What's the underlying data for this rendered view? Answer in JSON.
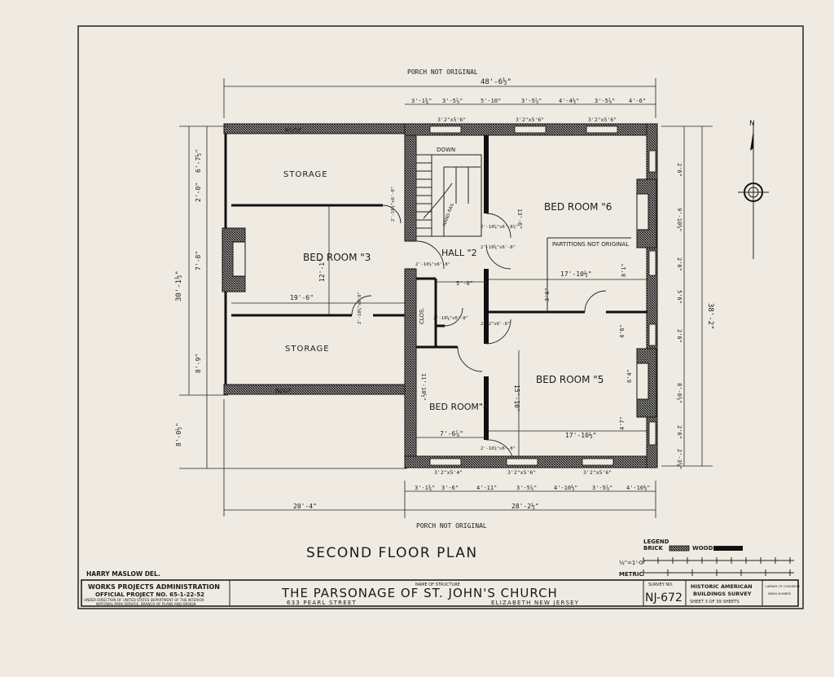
{
  "porch_top": "PORCH NOT ORIGINAL",
  "porch_bottom": "PORCH NOT ORIGINAL",
  "overall_top": "48'-6½\"",
  "overall_bottom": "28'-2½\"",
  "overall_bottom_left": "20'-4\"",
  "overall_left": "30'-1½\"",
  "overall_right": "38'-2\"",
  "rooms": {
    "storage_top": "STORAGE",
    "storage_bottom": "STORAGE",
    "bedroom3": "BED ROOM \"3",
    "bedroom6": "BED ROOM \"6",
    "bedroom5": "BED ROOM \"5",
    "bedroom4": "BED ROOM\"4",
    "hall": "HALL \"2",
    "clos": "CLOS.",
    "down": "DOWN",
    "handrail": "HAND RAIL",
    "partitions": "PARTITIONS NOT ORIGINAL",
    "roof_top": "ROOF",
    "roof_bottom": "ROOF"
  },
  "top_dims": [
    "3'-1¾\"",
    "3'-5⅞\"",
    "5'-10\"",
    "3'-5⅞\"",
    "4'-4½\"",
    "3'-5⅞\"",
    "4'-6\""
  ],
  "window_top": [
    "3'2\"x5'6\"",
    "3'2\"x5'6\"",
    "3'2\"x5'6\""
  ],
  "bottom_dims": [
    "3'-1¾\"",
    "3'-6\"",
    "4'-11\"",
    "3'-5⅞\"",
    "4'-10½\"",
    "3'-5⅞\"",
    "4'-10½\""
  ],
  "window_bottom": [
    "3'2\"x5'4\"",
    "3'2\"x5'6\"",
    "3'2\"x5'6\""
  ],
  "left_dims": [
    "6'-7½\"",
    "2'-0\"",
    "7'-8\"",
    "8'-9\"",
    "8'-0½\""
  ],
  "right_dims": [
    "2'6\"",
    "9'-10½\"",
    "2'6\"",
    "5'6\"",
    "2'6\"",
    "8'-6½\"",
    "2'6\"",
    "2'-3½\""
  ],
  "interior_dims": {
    "bedroom3_w": "19'-6\"",
    "bedroom3_h": "12'-1\"",
    "hall_w": "5'-0\"",
    "bed6_w": "17'-10½\"",
    "bed6_h": "13'-6\"",
    "bed5_w": "17'-10½\"",
    "bed5_h": "15'-10\"",
    "bed4_w": "7'-6⅞\"",
    "bed4_h": "11'-10½\"",
    "dim_36": "3'6\"",
    "dim_81": "8'1\"",
    "dim_64": "6'4\"",
    "dim_46": "4'6\"",
    "dim_47": "4'7\""
  },
  "door_labels": [
    "2'-10¾\"x6'-8\"",
    "2'-10⅝\"x6'8\"",
    "2'-10⅝\"x6'-8¾\"",
    "2'-10⅝\"x6'-8\"",
    "2'-10½\"x6'-8\"",
    "2'-10⅝\"x6'-8\"",
    "2'-2\"x6'-8\"",
    "2'-10¾\"x6'-8\""
  ],
  "north": "N",
  "title": "SECOND FLOOR PLAN",
  "legend": {
    "heading": "LEGEND",
    "brick": "BRICK",
    "wood": "WOOD"
  },
  "scale": {
    "imperial": "¼\"=1'-0\"",
    "metric": "METRIC"
  },
  "delineator": "HARRY MASLOW DEL.",
  "titleblock": {
    "wpa_line1": "WORKS PROJECTS ADMINISTRATION",
    "wpa_line2": "OFFICIAL PROJECT NO. 65-1-22-52",
    "wpa_line3": "UNDER DIRECTION OF UNITED STATES DEPARTMENT OF THE INTERIOR",
    "wpa_line4": "NATIONAL PARK SERVICE, BRANCH OF PLANS AND DESIGN",
    "name_label": "NAME OF STRUCTURE",
    "structure": "THE PARSONAGE OF ST. JOHN'S CHURCH",
    "address": "633 PEARL STREET",
    "city": "ELIZABETH    NEW JERSEY",
    "survey_label": "SURVEY NO.",
    "survey_no": "NJ-672",
    "habs1": "HISTORIC AMERICAN",
    "habs2": "BUILDINGS SURVEY",
    "sheet": "SHEET 3 OF 39 SHEETS",
    "lib1": "LIBRARY OF CONGRESS",
    "lib2": "INDEX NUMBER"
  }
}
